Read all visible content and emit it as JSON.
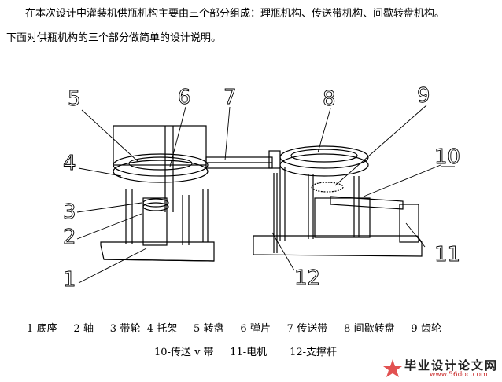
{
  "paragraph1": "在本次设计中灌装机供瓶机构主要由三个部分组成：理瓶机构、传送带机构、间歇转盘机构。",
  "paragraph2": "下面对供瓶机构的三个部分做简单的设计说明。",
  "callouts": [
    "1",
    "2",
    "3",
    "4",
    "5",
    "6",
    "7",
    "8",
    "9",
    "10",
    "11",
    "12"
  ],
  "legend_line1": [
    "1-底座",
    "2-轴",
    "3-带轮",
    "4-托架",
    "5-转盘",
    "6-弹片",
    "7-传送带",
    "8-间歇转盘",
    "9-齿轮"
  ],
  "legend_line2": [
    "10-传送 v 带",
    "11-电机",
    "12-支撑杆"
  ],
  "watermark": {
    "title": "毕业设计论文网",
    "url": "www.56doc.com"
  }
}
